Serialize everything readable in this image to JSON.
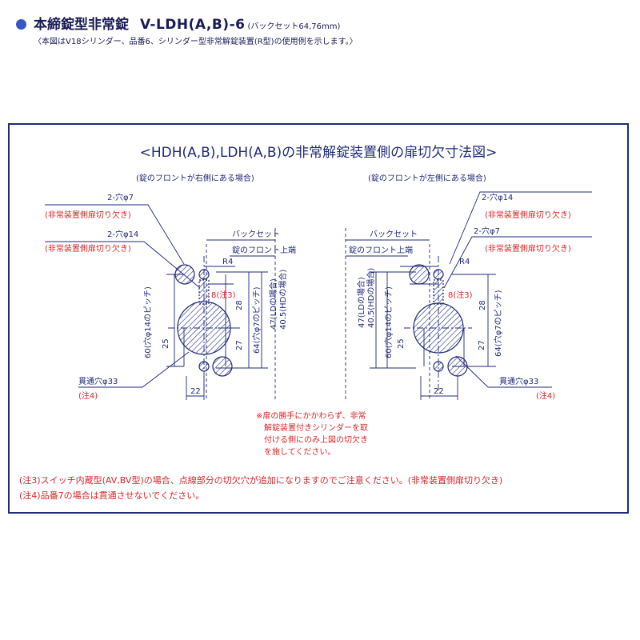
{
  "header": {
    "title": "本締錠型非常錠",
    "model": "V-LDH(A,B)-6",
    "backset_note": "(バックセット64,76mm)",
    "subtitle": "〈本図はV18シリンダー、品番6、シリンダー型非常解錠装置(R型)の使用例を示します。〉"
  },
  "diagram": {
    "title": "<HDH(A,B),LDH(A,B)の非常解錠装置側の扉切欠寸法図>",
    "left": {
      "caption": "(錠のフロントが右側にある場合)",
      "hole1": "2-穴φ7",
      "cut1": "(非常装置側扉切り欠き)",
      "hole2": "2-穴φ14",
      "cut2": "(非常装置側扉切り欠き)",
      "backset": "バックセット",
      "front_top": "錠のフロント上端",
      "r4": "R4",
      "note3": "8(注3)",
      "d28": "28",
      "d47": "47(LDの場合)",
      "d405": "40.5(HDの場合)",
      "d60": "60(穴φ14のピッチ)",
      "d25": "25",
      "d27": "27",
      "d64": "64(穴φ7のピッチ)",
      "through": "貫通穴φ33",
      "note4": "(注4)",
      "d22": "22"
    },
    "right": {
      "caption": "(錠のフロントが左側にある場合)",
      "hole1": "2-穴φ14",
      "cut1": "(非常装置側扉切り欠き)",
      "hole2": "2-穴φ7",
      "cut2": "(非常装置側扉切り欠き)",
      "backset": "バックセット",
      "front_top": "錠のフロント上端",
      "r4": "R4",
      "note3": "8(注3)",
      "d28": "28",
      "d47": "47(LDの場合)",
      "d405": "40.5(HDの場合)",
      "d60": "60(穴φ14のピッチ)",
      "d25": "25",
      "d27": "27",
      "d64": "64(穴φ7のピッチ)",
      "through": "貫通穴φ33",
      "note4": "(注4)",
      "d22": "22"
    },
    "center_note": {
      "line1": "※扉の勝手にかかわらず、非常",
      "line2": "解錠装置付きシリンダーを取",
      "line3": "付ける側にのみ上図の切欠き",
      "line4": "を施してください。"
    },
    "footnote3": "(注3)スイッチ内蔵型(AV,BV型)の場合、点線部分の切欠穴が追加になりますのでご注意ください。(非常装置側扉切り欠き)",
    "footnote4": "(注4)品番7の場合は貫通させないでください。"
  },
  "colors": {
    "blue": "#1f2a78",
    "red": "#d6262a",
    "bullet": "#3a55c8"
  }
}
